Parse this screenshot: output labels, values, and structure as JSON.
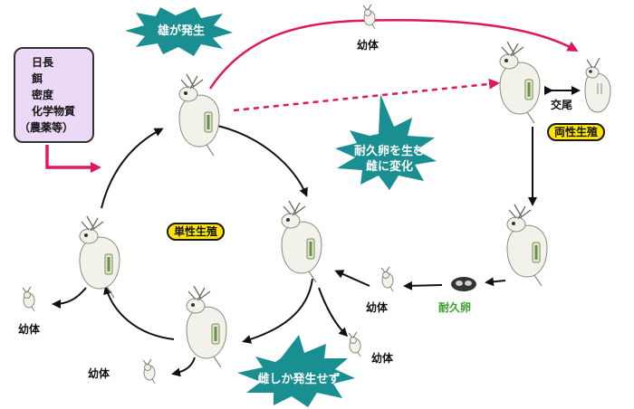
{
  "factors": [
    "日長",
    "餌",
    "密度",
    "化学物質",
    "（農薬等）"
  ],
  "mode_labels": {
    "asexual": "単性生殖",
    "sexual": "両性生殖"
  },
  "stage_labels": {
    "juvenile": "幼体",
    "mating": "交尾",
    "resting_egg": "耐久卵"
  },
  "callouts": {
    "male_appears": "雄が発生",
    "resting_egg_female": [
      "耐久卵を生む",
      "雌に変化"
    ],
    "only_females": "雌しか発生せず"
  },
  "colors": {
    "factor_box_bg": "#ecd9f7",
    "trigger_arrow": "#e0165e",
    "burst_fill": "#1a8f92",
    "pill_fill": "#ffe400",
    "resting_egg_text": "#3aa02a",
    "cycle_arrow": "#111111",
    "animal_body": "#f2f2ea",
    "egg_mass": "#6a8f5a"
  }
}
